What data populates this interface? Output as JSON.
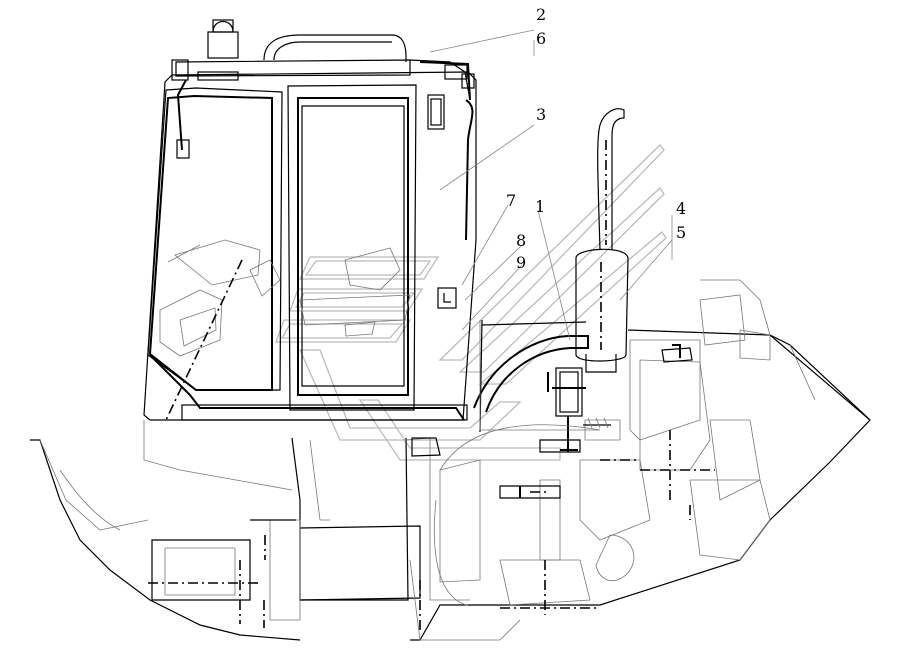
{
  "callouts": [
    {
      "id": "c1",
      "text": "1"
    },
    {
      "id": "c2",
      "text": "2"
    },
    {
      "id": "c3",
      "text": "3"
    },
    {
      "id": "c4",
      "text": "4"
    },
    {
      "id": "c5",
      "text": "5"
    },
    {
      "id": "c6",
      "text": "6"
    },
    {
      "id": "c7",
      "text": "7"
    },
    {
      "id": "c8",
      "text": "8"
    },
    {
      "id": "c9",
      "text": "9"
    }
  ],
  "colors": {
    "line": "#000000",
    "watermark": "#bbbbbb",
    "background": "#ffffff"
  }
}
